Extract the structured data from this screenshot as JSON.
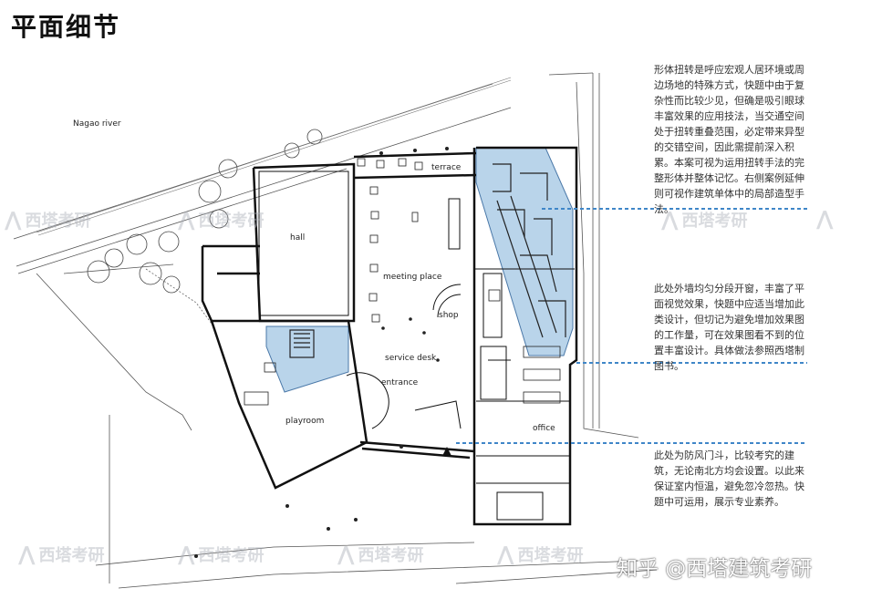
{
  "title": "平面细节",
  "notes": [
    "形体扭转是呼应宏观人居环境或周边场地的特殊方式，快题中由于复杂性而比较少见，但确是吸引眼球丰富效果的应用技法，当交通空间处于扭转重叠范围，必定带来异型的交错空间，因此需提前深入积累。本案可视为运用扭转手法的完整形体并整体记忆。右侧案例延伸则可视作建筑单体中的局部造型手法。",
    "此处外墙均匀分段开窗，丰富了平面视觉效果，快题中应适当增加此类设计，但切记为避免增加效果图的工作量，可在效果图看不到的位置丰富设计。具体做法参照西塔制图书。",
    "此处为防风门斗，比较考究的建筑，无论南北方均会设置。以此来保证室内恒温，避免忽冷忽热。快题中可运用，展示专业素养。"
  ],
  "labels": {
    "river": "Nagao river",
    "terrace": "terrace",
    "hall": "hall",
    "meeting": "meeting place",
    "shop": "shop",
    "service": "service desk",
    "entrance": "entrance",
    "playroom": "playroom",
    "office": "office"
  },
  "watermark": "西塔考研",
  "credit": "知乎 @西塔建筑考研",
  "colors": {
    "highlight_fill": "#b9d4ea",
    "highlight_stroke": "#4a78a8",
    "dash_line": "#3f86c8",
    "wall": "#111111"
  }
}
